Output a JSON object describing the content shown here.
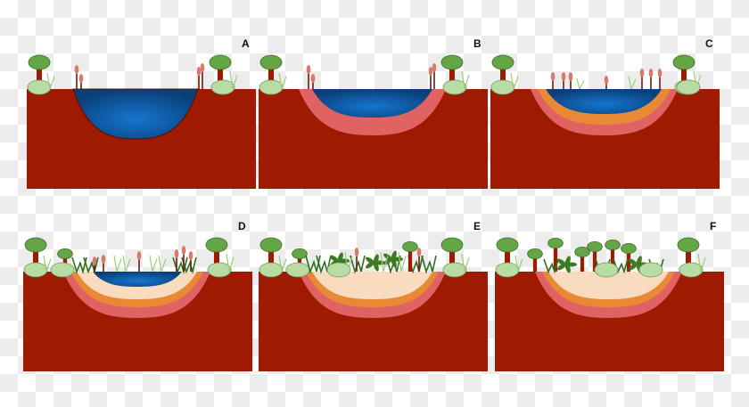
{
  "colors": {
    "ground": "#9e1a00",
    "water_center": "#1576d1",
    "water_edge": "#0a3f78",
    "pink_layer": "#e06262",
    "orange_layer": "#e88a35",
    "cream_layer": "#f9dcc0",
    "tree_crown": "#64a546",
    "bush": "#b9dca4",
    "cattail": "#d9796a",
    "reed": "#2f6e1f",
    "grass": "#9ccc7c"
  },
  "panels": [
    {
      "label": "A",
      "water": true,
      "layers": [],
      "plants": "sparse"
    },
    {
      "label": "B",
      "water": true,
      "layers": [
        "pink_layer"
      ],
      "plants": "sparse"
    },
    {
      "label": "C",
      "water": true,
      "layers": [
        "pink_layer",
        "orange_layer"
      ],
      "plants": "medium"
    },
    {
      "label": "D",
      "water": true,
      "layers": [
        "pink_layer",
        "orange_layer",
        "cream_layer"
      ],
      "plants": "dense"
    },
    {
      "label": "E",
      "water": false,
      "layers": [
        "pink_layer",
        "orange_layer",
        "cream_layer"
      ],
      "plants": "marsh"
    },
    {
      "label": "F",
      "water": false,
      "layers": [
        "pink_layer",
        "orange_layer",
        "cream_layer"
      ],
      "plants": "woodland"
    }
  ]
}
